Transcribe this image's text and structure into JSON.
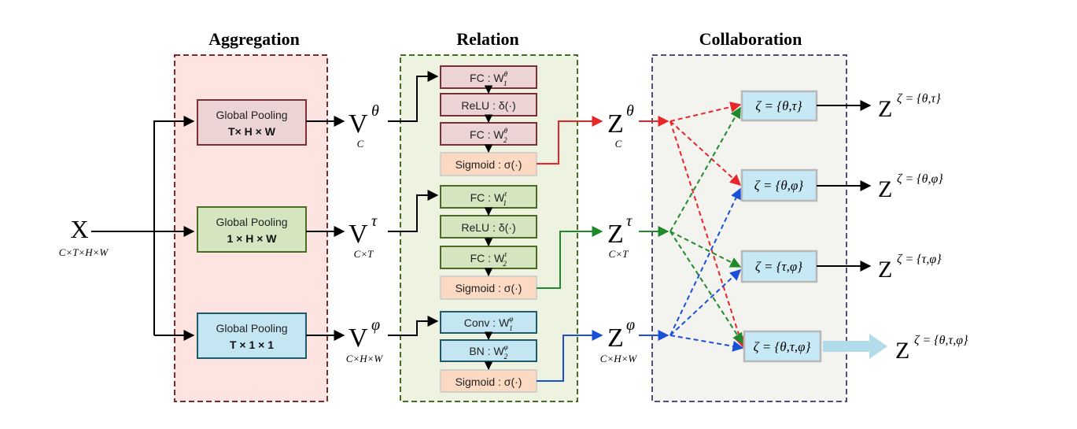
{
  "sections": {
    "aggregation": "Aggregation",
    "relation": "Relation",
    "collaboration": "Collaboration"
  },
  "input": {
    "symbol": "X",
    "dims": "C×T×H×W"
  },
  "pooling": [
    {
      "title": "Global Pooling",
      "dims": "T× H × W"
    },
    {
      "title": "Global Pooling",
      "dims": "1 × H × W"
    },
    {
      "title": "Global Pooling",
      "dims": "T × 1 × 1"
    }
  ],
  "v_vectors": [
    {
      "symbol": "V",
      "sup": "θ",
      "dims": "C"
    },
    {
      "symbol": "V",
      "sup": "τ",
      "dims": "C×T"
    },
    {
      "symbol": "V",
      "sup": "φ",
      "dims": "C×H×W"
    }
  ],
  "relation_blocks": [
    {
      "l1": "FC : W",
      "l1_sup": "θ",
      "l1_sub": "1",
      "l2": "ReLU : δ(·)",
      "l3": "FC : W",
      "l3_sup": "θ",
      "l3_sub": "2",
      "l4": "Sigmoid : σ(·)"
    },
    {
      "l1": "FC : W",
      "l1_sup": "τ",
      "l1_sub": "1",
      "l2": "ReLU : δ(·)",
      "l3": "FC : W",
      "l3_sup": "τ",
      "l3_sub": "2",
      "l4": "Sigmoid : σ(·)"
    },
    {
      "l1": "Conv : W",
      "l1_sup": "φ",
      "l1_sub": "1",
      "l2": "BN : W",
      "l2_sup": "φ",
      "l2_sub": "2",
      "l4": "Sigmoid : σ(·)"
    }
  ],
  "z_vectors": [
    {
      "symbol": "Z",
      "sup": "θ",
      "dims": "C"
    },
    {
      "symbol": "Z",
      "sup": "τ",
      "dims": "C×T"
    },
    {
      "symbol": "Z",
      "sup": "φ",
      "dims": "C×H×W"
    }
  ],
  "collab_boxes": [
    {
      "label": "ζ = {θ,τ}"
    },
    {
      "label": "ζ = {θ,φ}"
    },
    {
      "label": "ζ = {τ,φ}"
    },
    {
      "label": "ζ = {θ,τ,φ}"
    }
  ],
  "outputs": [
    {
      "symbol": "Z",
      "sup": "ζ = {θ,τ}"
    },
    {
      "symbol": "Z",
      "sup": "ζ = {θ,φ}"
    },
    {
      "symbol": "Z",
      "sup": "ζ = {τ,φ}"
    },
    {
      "symbol": "Z",
      "sup": "ζ = {θ,τ,φ}"
    }
  ],
  "colors": {
    "red": "#e8262a",
    "green": "#1f8a2c",
    "blue": "#1a4fd8",
    "aggregation_bg": "#fde4e0",
    "relation_bg": "#edf3e0",
    "collaboration_bg": "#f3f3ef",
    "theta_box": "#ecd3d4",
    "tau_box": "#d4e5c0",
    "phi_box": "#c4e6f3",
    "sigmoid_box": "#fbd9c2",
    "collab_box": "#c6e9f5",
    "output_arrow": "#b3dcea"
  }
}
